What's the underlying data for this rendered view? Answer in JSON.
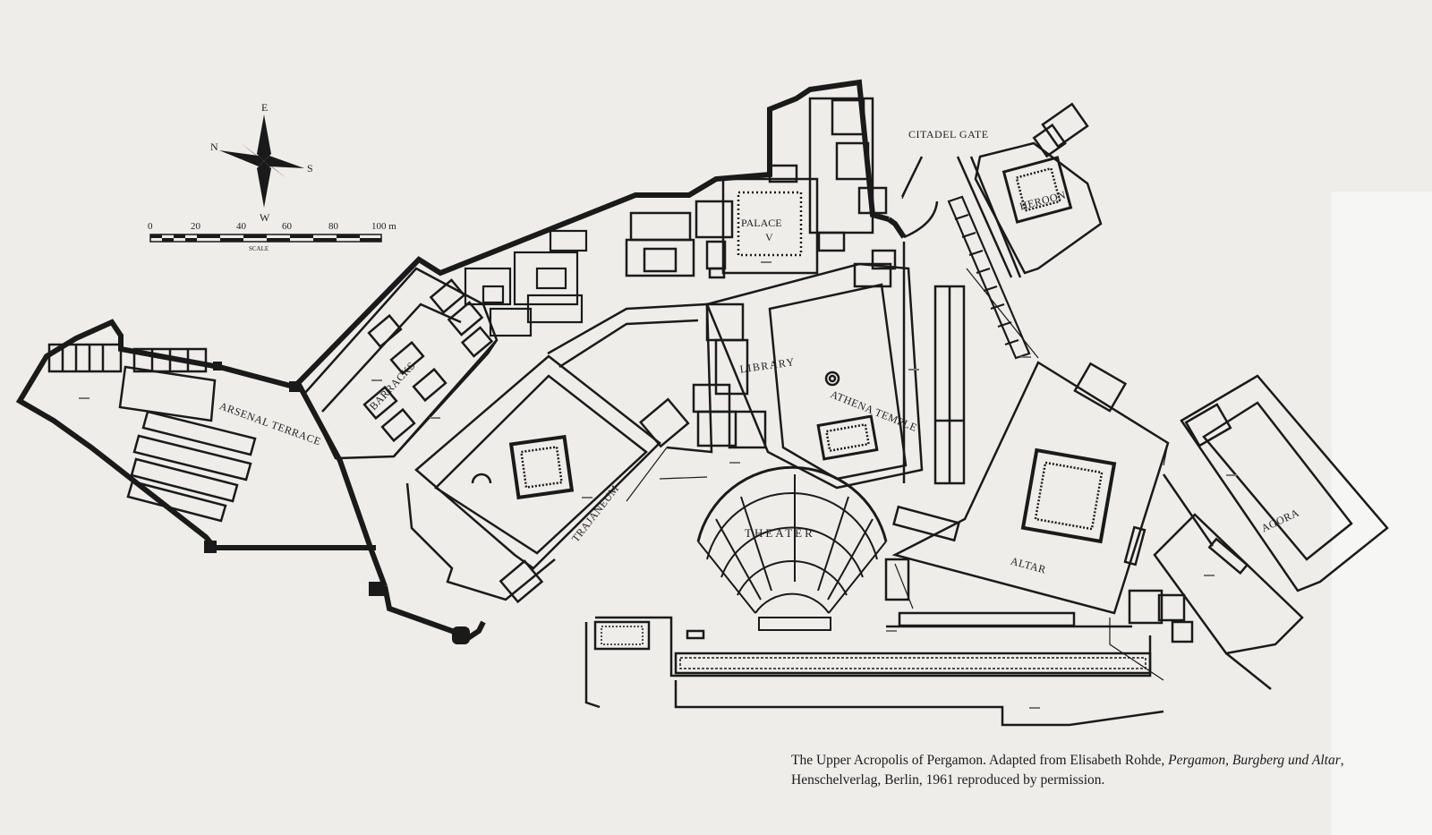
{
  "compass": {
    "north": "N",
    "east": "E",
    "south": "S",
    "west": "W"
  },
  "scale": {
    "ticks": [
      "0",
      "20",
      "40",
      "60",
      "80",
      "100 m"
    ],
    "label": "SCALE"
  },
  "labels": {
    "citadel_gate": "CITADEL GATE",
    "heroon": "HEROON",
    "palace": "PALACE",
    "palace_num": "V",
    "barracks": "BARRACKS",
    "arsenal_terrace": "ARSENAL TERRACE",
    "library": "LIBRARY",
    "athena_temple": "ATHENA TEMPLE",
    "trajaneum": "TRAJANEUM",
    "theater": "THEATER",
    "altar": "ALTAR",
    "agora": "AGORA"
  },
  "caption": {
    "part1": "The Upper Acropolis of Pergamon. Adapted from Elisabeth Rohde, ",
    "title": "Pergamon, Burgberg und Altar",
    "part2": ", Henschelverlag, Berlin, 1961  reproduced by permission."
  },
  "colors": {
    "ink": "#1a1a1a",
    "paper": "#eeedea"
  }
}
